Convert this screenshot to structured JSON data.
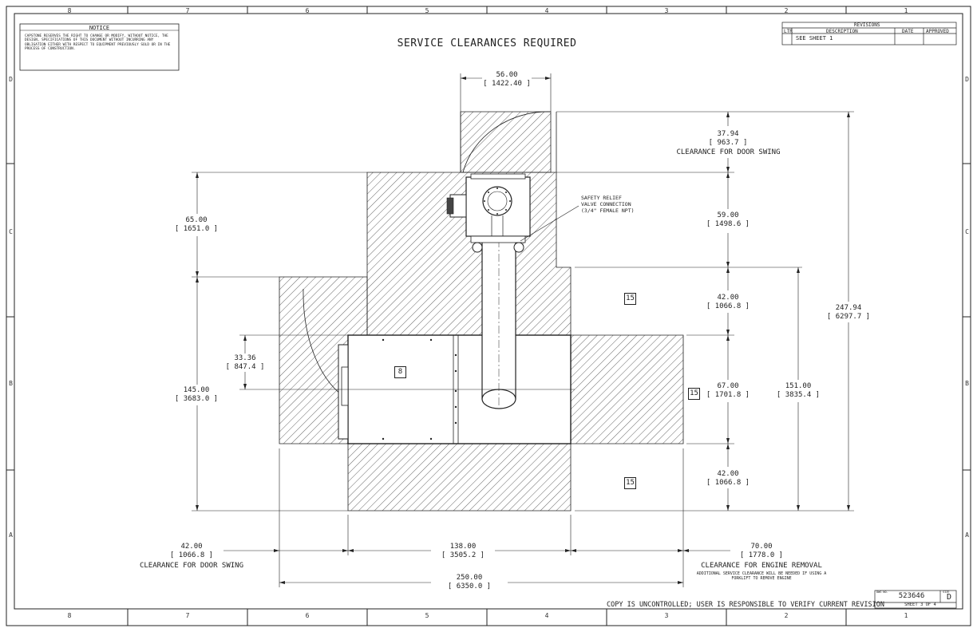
{
  "grid": {
    "columns": [
      "8",
      "7",
      "6",
      "5",
      "4",
      "3",
      "2",
      "1"
    ],
    "rows": [
      "D",
      "C",
      "B",
      "A"
    ]
  },
  "notice": {
    "heading": "NOTICE",
    "body": "CAPSTONE RESERVES THE RIGHT TO CHANGE OR MODIFY, WITHOUT NOTICE, THE DESIGN, SPECIFICATIONS OF THIS DOCUMENT WITHOUT INCURRING ANY OBLIGATION EITHER WITH RESPECT TO EQUIPMENT PREVIOUSLY SOLD OR IN THE PROCESS OF CONSTRUCTION."
  },
  "revisions": {
    "title": "REVISIONS",
    "col_ltr": "LTR",
    "col_desc": "DESCRIPTION",
    "col_date": "DATE",
    "col_approved": "APPROVED",
    "row_desc": "SEE SHEET 1"
  },
  "title": "SERVICE CLEARANCES REQUIRED",
  "dims": {
    "top_width": "56.00",
    "top_width_mm": "[ 1422.40 ]",
    "door_swing_top": "37.94",
    "door_swing_top_mm": "[ 963.7 ]",
    "door_swing_top_label": "CLEARANCE FOR DOOR SWING",
    "d59": "59.00",
    "d59_mm": "[ 1498.6 ]",
    "d42a": "42.00",
    "d42a_mm": "[ 1066.8 ]",
    "d67": "67.00",
    "d67_mm": "[ 1701.8 ]",
    "d42b": "42.00",
    "d42b_mm": "[ 1066.8 ]",
    "d151": "151.00",
    "d151_mm": "[ 3835.4 ]",
    "d247": "247.94",
    "d247_mm": "[ 6297.7 ]",
    "d65": "65.00",
    "d65_mm": "[ 1651.0 ]",
    "d145": "145.00",
    "d145_mm": "[ 3683.0 ]",
    "d3336": "33.36",
    "d3336_mm": "[ 847.4 ]",
    "bl42": "42.00",
    "bl42_mm": "[ 1066.8 ]",
    "bl42_label": "CLEARANCE FOR DOOR SWING",
    "b138": "138.00",
    "b138_mm": "[ 3505.2 ]",
    "b70": "70.00",
    "b70_mm": "[ 1778.0 ]",
    "b70_label": "CLEARANCE FOR ENGINE REMOVAL",
    "b70_note": "ADDITIONAL SERVICE CLEARANCE WILL BE NEEDED IF USING A FORKLIFT TO REMOVE ENGINE",
    "b250": "250.00",
    "b250_mm": "[ 6350.0 ]"
  },
  "valve_note": [
    "SAFETY RELIEF",
    "VALVE CONNECTION",
    "(3/4\" FEMALE NPT)"
  ],
  "tags": {
    "unit": "8",
    "zone": "15"
  },
  "footer": {
    "copy_note": "COPY IS UNCONTROLLED; USER IS RESPONSIBLE TO VERIFY CURRENT REVISION",
    "dwg_label": "DWG NO.",
    "dwg_no": "523646",
    "size_label": "SIZE",
    "size": "D",
    "sheet": "SHEET 3 OF 4"
  }
}
